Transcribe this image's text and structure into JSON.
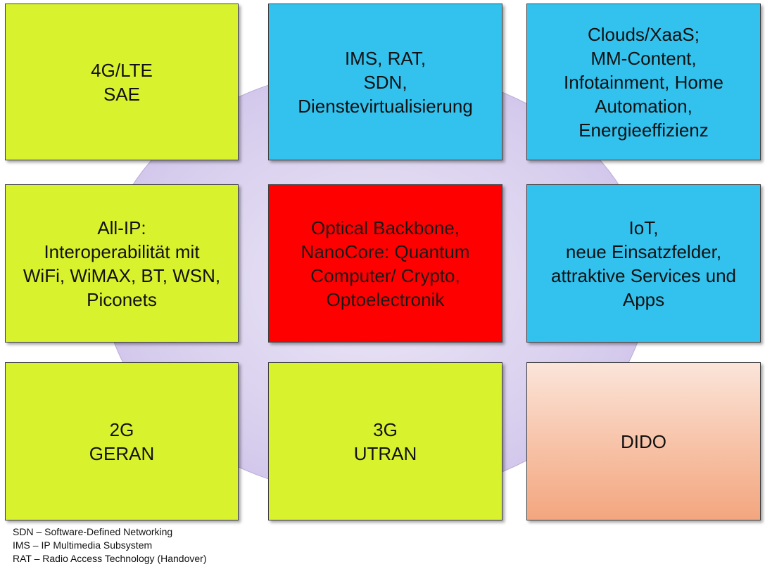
{
  "boxes": {
    "b4g": {
      "text": "4G/LTE\nSAE"
    },
    "ims": {
      "text": "IMS, RAT,\nSDN,\nDienstevirtualisierung"
    },
    "clouds": {
      "text": "Clouds/XaaS;\nMM-Content,\nInfotainment, Home\nAutomation,\nEnergieeffizienz"
    },
    "allip": {
      "text": "All-IP:\nInteroperabilität mit\nWiFi, WiMAX, BT, WSN,\nPiconets"
    },
    "optical": {
      "text": "Optical Backbone,\nNanoCore: Quantum\nComputer/ Crypto,\nOptoelectronik"
    },
    "iot": {
      "text": "IoT,\nneue Einsatzfelder,\nattraktive Services und\nApps"
    },
    "b2g": {
      "text": "2G\nGERAN"
    },
    "b3g": {
      "text": "3G\nUTRAN"
    },
    "dido": {
      "text": "DIDO"
    }
  },
  "legend": [
    "SDN – Software-Defined Networking",
    "IMS – IP Multimedia  Subsystem",
    "RAT – Radio Access Technology (Handover)"
  ],
  "colors": {
    "lime": "#d9f22e",
    "cyan": "#33c2ee",
    "red": "#ff0000",
    "peach": "#f7c1a5",
    "ellipse": "#d9d0ee"
  }
}
